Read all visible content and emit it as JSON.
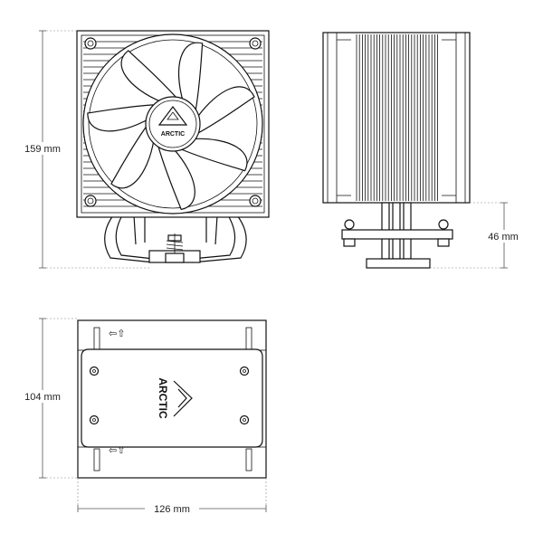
{
  "dimensions": {
    "height": "159 mm",
    "base_height": "46 mm",
    "depth": "104 mm",
    "width": "126 mm"
  },
  "branding": {
    "logo_text": "ARCTIC"
  },
  "glyphs": {
    "arrow_marker": "⇦⇧"
  },
  "colors": {
    "line": "#111111",
    "background": "#ffffff"
  }
}
